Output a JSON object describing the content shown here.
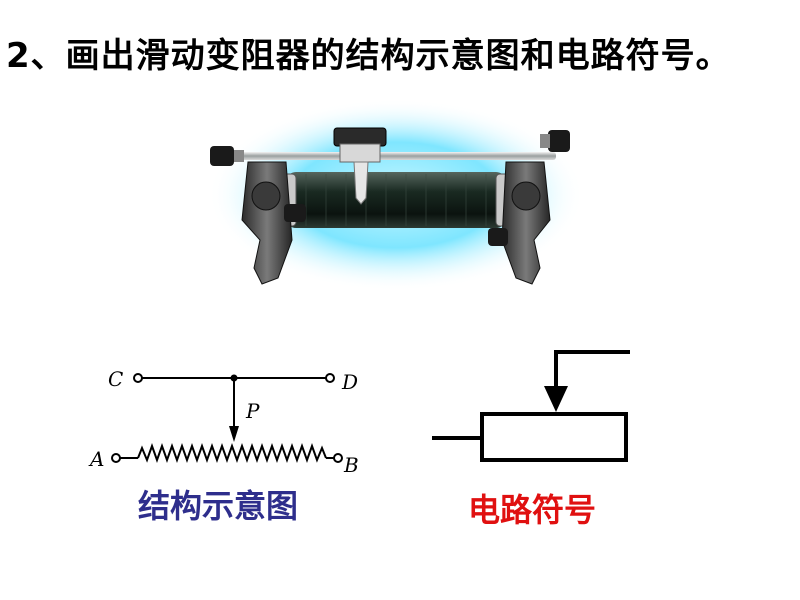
{
  "slide": {
    "title": "2、画出滑动变阻器的结构示意图和电路符号。"
  },
  "structure_diagram": {
    "caption": "结构示意图",
    "caption_color": "#2e2e8c",
    "terminals": {
      "c": "C",
      "d": "D",
      "p": "P",
      "a": "A",
      "b": "B"
    }
  },
  "circuit_symbol": {
    "caption": "电路符号",
    "caption_color": "#e01010"
  },
  "photo": {
    "glow_color": "#7fe6ff",
    "coil_color": "#1a2a22"
  }
}
